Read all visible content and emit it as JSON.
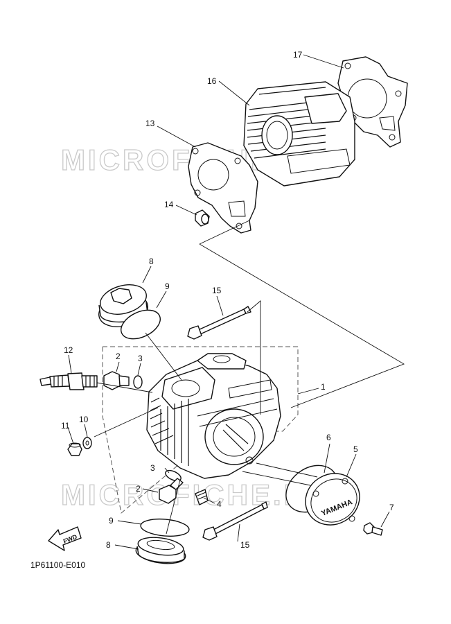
{
  "watermark": "MICROFICHE.NET",
  "diagram_code": "1P61100-E010",
  "forward_label": "FWD",
  "cover_brand": "YAMAHA",
  "callouts": [
    "17",
    "16",
    "13",
    "14",
    "8",
    "9",
    "15",
    "12",
    "2",
    "3",
    "1",
    "11",
    "10",
    "6",
    "5",
    "3",
    "2",
    "4",
    "7",
    "9",
    "15",
    "8"
  ]
}
